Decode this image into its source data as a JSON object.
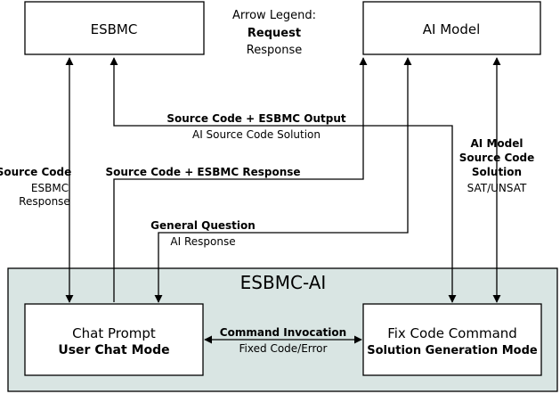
{
  "boxes": {
    "esbmc": "ESBMC",
    "ai_model": "AI Model",
    "container": "ESBMC-AI",
    "chat_prompt": {
      "title": "Chat Prompt",
      "mode": "User Chat Mode"
    },
    "fix_code": {
      "title": "Fix Code Command",
      "mode": "Solution Generation Mode"
    }
  },
  "legend": {
    "title": "Arrow Legend:",
    "request": "Request",
    "response": "Response"
  },
  "arrows": {
    "esbmc_chat": {
      "request": "Source Code",
      "response_1": "ESBMC",
      "response_2": "Response"
    },
    "esbmc_fix": {
      "request": "Source Code + ESBMC Output",
      "response": "AI Source Code Solution"
    },
    "chat_ai": {
      "request": "Source Code + ESBMC Response"
    },
    "general": {
      "request": "General Question",
      "response": "AI Response"
    },
    "ai_fix": {
      "request_1": "AI Model",
      "request_2": "Source Code",
      "request_3": "Solution",
      "response": "SAT/UNSAT"
    },
    "command": {
      "request": "Command Invocation",
      "response": "Fixed Code/Error"
    }
  },
  "colors": {
    "container_fill": "#d9e5e3",
    "stroke": "#000000",
    "box_fill": "#ffffff"
  }
}
